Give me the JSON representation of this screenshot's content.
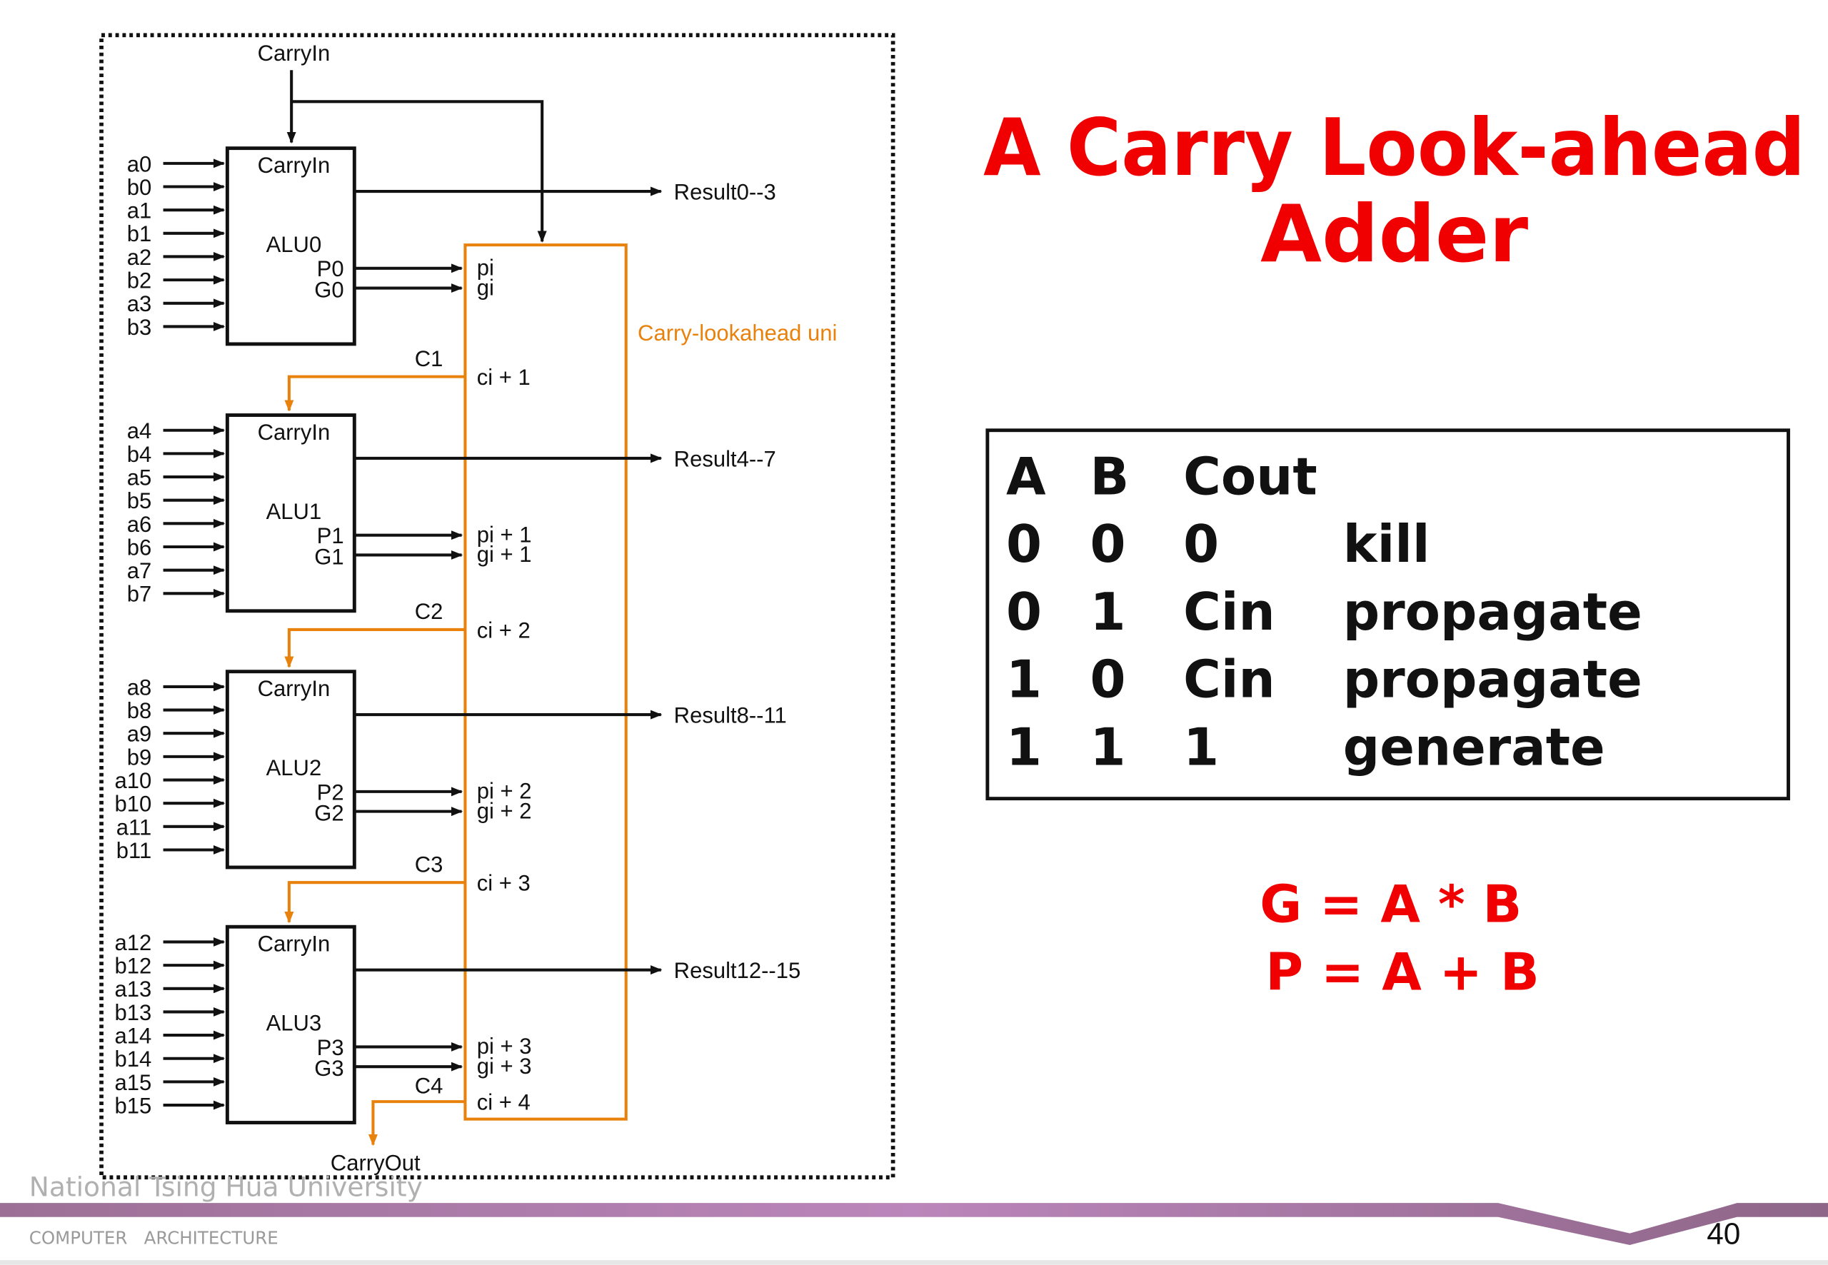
{
  "title": {
    "line1": "A Carry Look-ahead",
    "line2": "Adder"
  },
  "diagram": {
    "carry_in_label": "CarryIn",
    "cla_label": "Carry-lookahead uni",
    "carry_out_label": "CarryOut",
    "alus": [
      {
        "name": "ALU0",
        "carry_in": "CarryIn",
        "p": "P0",
        "g": "G0",
        "inputs": [
          "a0",
          "b0",
          "a1",
          "b1",
          "a2",
          "b2",
          "a3",
          "b3"
        ],
        "result": "Result0--3",
        "pi": "pi",
        "gi": "gi",
        "carry": "C1",
        "ci": "ci + 1"
      },
      {
        "name": "ALU1",
        "carry_in": "CarryIn",
        "p": "P1",
        "g": "G1",
        "inputs": [
          "a4",
          "b4",
          "a5",
          "b5",
          "a6",
          "b6",
          "a7",
          "b7"
        ],
        "result": "Result4--7",
        "pi": "pi + 1",
        "gi": "gi + 1",
        "carry": "C2",
        "ci": "ci + 2"
      },
      {
        "name": "ALU2",
        "carry_in": "CarryIn",
        "p": "P2",
        "g": "G2",
        "inputs": [
          "a8",
          "b8",
          "a9",
          "b9",
          "a10",
          "b10",
          "a11",
          "b11"
        ],
        "result": "Result8--11",
        "pi": "pi + 2",
        "gi": "gi + 2",
        "carry": "C3",
        "ci": "ci + 3"
      },
      {
        "name": "ALU3",
        "carry_in": "CarryIn",
        "p": "P3",
        "g": "G3",
        "inputs": [
          "a12",
          "b12",
          "a13",
          "b13",
          "a14",
          "b14",
          "a15",
          "b15"
        ],
        "result": "Result12--15",
        "pi": "pi + 3",
        "gi": "gi + 3",
        "carry": "C4",
        "ci": "ci + 4"
      }
    ],
    "colors": {
      "wire": "#111111",
      "cla": "#e8820c"
    }
  },
  "truth_table": {
    "headers": [
      "A",
      "B",
      "Cout",
      ""
    ],
    "rows": [
      [
        "0",
        "0",
        "0",
        "kill"
      ],
      [
        "0",
        "1",
        "Cin",
        "propagate"
      ],
      [
        "1",
        "0",
        "Cin",
        "propagate"
      ],
      [
        "1",
        "1",
        "1",
        "generate"
      ]
    ]
  },
  "formulas": {
    "g": "G = A * B",
    "p": "P = A + B"
  },
  "footer": {
    "university": "National Tsing Hua University",
    "course": "COMPUTER   ARCHITECTURE",
    "page_number": "40",
    "band_color": "#a57aa6"
  }
}
